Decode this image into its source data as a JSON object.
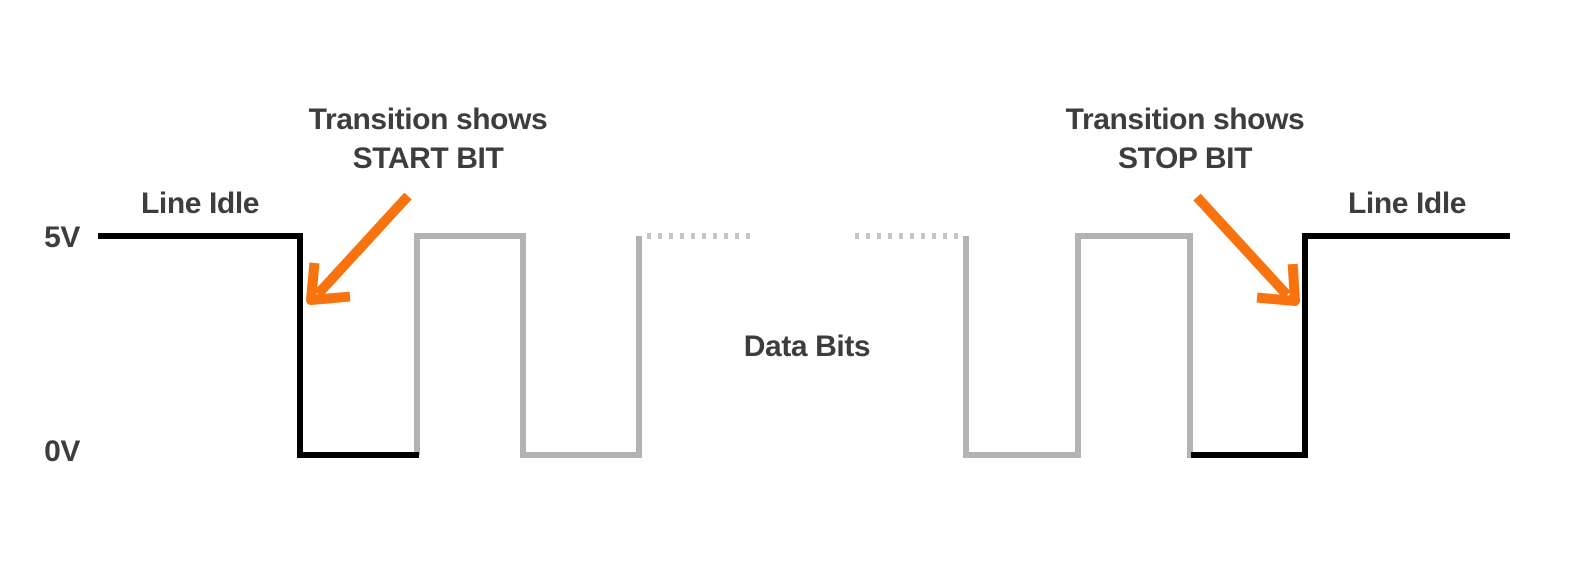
{
  "labels": {
    "voltage_high": "5V",
    "voltage_low": "0V",
    "line_idle_left": "Line Idle",
    "line_idle_right": "Line Idle",
    "data_bits": "Data Bits"
  },
  "annotations": {
    "start_bit": {
      "line1": "Transition shows",
      "line2": "START BIT"
    },
    "stop_bit": {
      "line1": "Transition shows",
      "line2": "STOP BIT"
    }
  },
  "colors": {
    "signal_idle_black": "#000000",
    "signal_data_gray": "#b3b3b3",
    "signal_dotted_gray": "#c5c5c5",
    "arrow_orange": "#f8720d",
    "text_dark_gray": "#3d3d3d",
    "background": "#ffffff"
  },
  "waveform": {
    "high_level_label": "5V",
    "low_level_label": "0V",
    "segments": [
      {
        "name": "line-idle-left",
        "level": "high",
        "style": "solid-black"
      },
      {
        "name": "start-bit",
        "level": "low",
        "style": "solid-black"
      },
      {
        "name": "data-bit-pulse-1",
        "level": "high",
        "style": "solid-gray"
      },
      {
        "name": "data-bit-low-1",
        "level": "low",
        "style": "solid-gray"
      },
      {
        "name": "data-bits-elided-left",
        "level": "high",
        "style": "dotted-gray"
      },
      {
        "name": "data-bits-elided-right",
        "level": "high",
        "style": "dotted-gray"
      },
      {
        "name": "data-bit-low-2",
        "level": "low",
        "style": "solid-gray"
      },
      {
        "name": "data-bit-pulse-2",
        "level": "high",
        "style": "solid-gray"
      },
      {
        "name": "pre-stop-low",
        "level": "low",
        "style": "solid-black"
      },
      {
        "name": "stop-bit-transition",
        "level": "rising-edge",
        "style": "solid-black"
      },
      {
        "name": "line-idle-right",
        "level": "high",
        "style": "solid-black"
      }
    ]
  }
}
